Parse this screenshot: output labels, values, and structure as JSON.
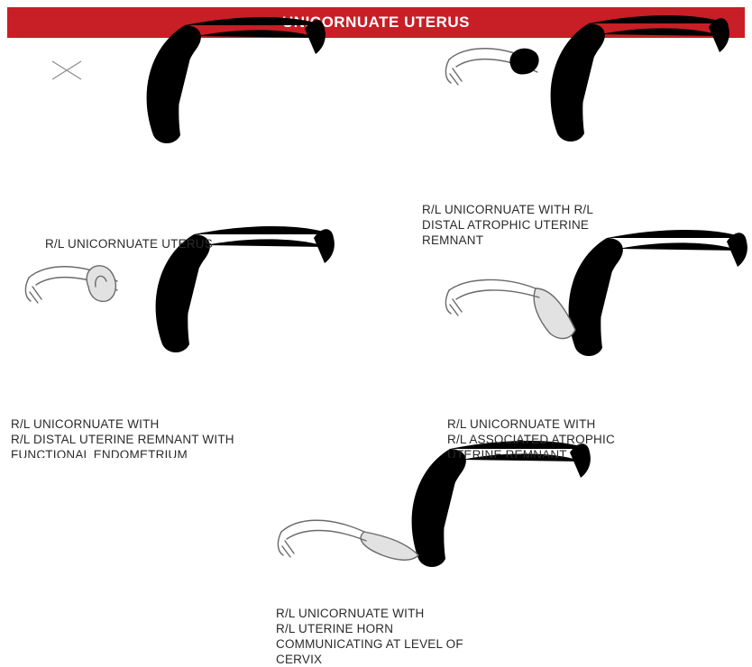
{
  "title": "UNICORNUATE UTERUS",
  "colors": {
    "banner": "#c81e25",
    "line": "#6a6a6a",
    "fill": "#e2e2e2"
  },
  "panels": [
    {
      "id": "a",
      "caption": [
        "R/L UNICORNUATE UTERUS"
      ]
    },
    {
      "id": "b",
      "caption": [
        "R/L UNICORNUATE WITH R/L",
        "DISTAL ATROPHIC UTERINE",
        "REMNANT"
      ]
    },
    {
      "id": "c",
      "caption": [
        "R/L UNICORNUATE WITH",
        "R/L DISTAL UTERINE REMNANT WITH",
        "FUNCTIONAL ENDOMETRIUM"
      ]
    },
    {
      "id": "d",
      "caption": [
        "R/L UNICORNUATE WITH",
        "R/L ASSOCIATED ATROPHIC",
        "UTERINE REMNANT"
      ]
    },
    {
      "id": "e",
      "caption": [
        "R/L UNICORNUATE WITH",
        "R/L UTERINE HORN",
        "COMMUNICATING AT LEVEL OF",
        "CERVIX"
      ]
    }
  ]
}
